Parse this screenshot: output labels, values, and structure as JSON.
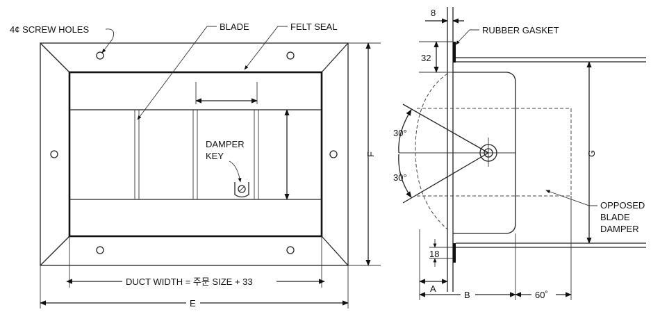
{
  "front_view": {
    "screw_holes_label": "4¢ SCREW HOLES",
    "blade_label": "BLADE",
    "felt_seal_label": "FELT SEAL",
    "damper_key_line1": "DAMPER",
    "damper_key_line2": "KEY",
    "height_dim_label": "F",
    "duct_width_label": "DUCT WIDTH = 주문 SIZE + 33",
    "overall_width_label": "E"
  },
  "side_view": {
    "thickness_label": "8",
    "rubber_gasket_label": "RUBBER GASKET",
    "flange_label": "32",
    "angle_top_label": "30°",
    "angle_bottom_label": "30°",
    "height_label": "G",
    "opposed_line1": "OPPOSED",
    "opposed_line2": "BLADE",
    "opposed_line3": "DAMPER",
    "small_dim_label": "18",
    "a_label": "A",
    "b_label": "B",
    "ext_label": "60˚"
  }
}
